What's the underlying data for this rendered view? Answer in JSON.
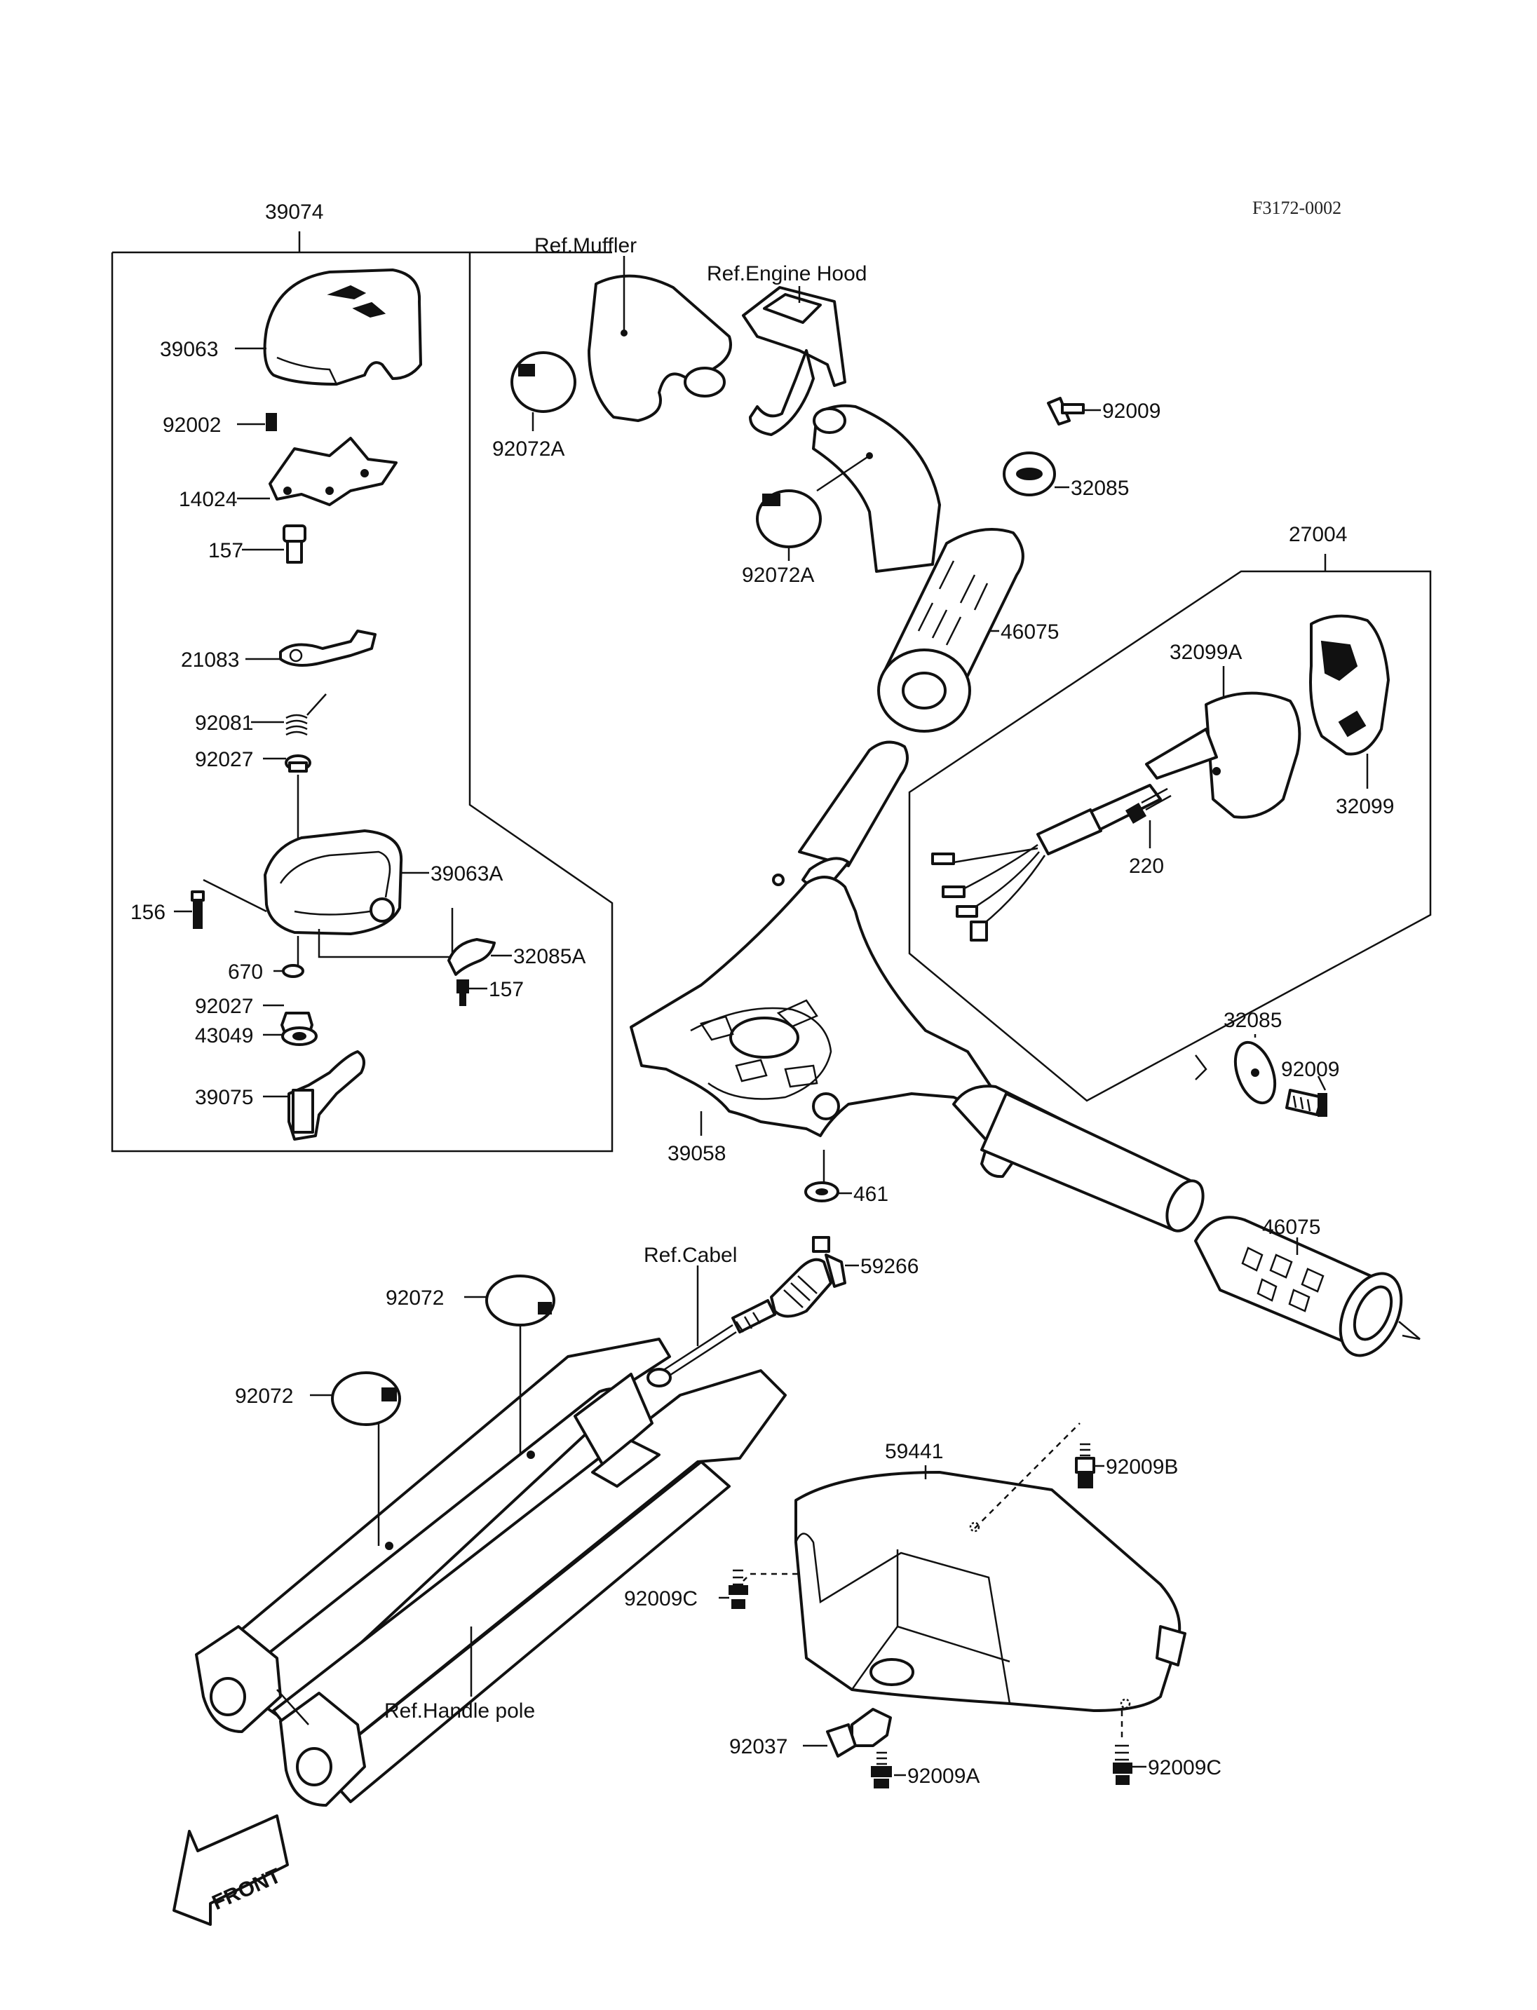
{
  "diagram_code": "F3172-0002",
  "labels": {
    "l39074": "39074",
    "l39063": "39063",
    "l92002": "92002",
    "l14024": "14024",
    "l157a": "157",
    "l21083": "21083",
    "l92081": "92081",
    "l92027a": "92027",
    "l39063A": "39063A",
    "l156": "156",
    "l670": "670",
    "l32085A": "32085A",
    "l157b": "157",
    "l92027b": "92027",
    "l43049": "43049",
    "l39075": "39075",
    "refMuffler": "Ref.Muffler",
    "refEngineHood": "Ref.Engine Hood",
    "l92072A_1": "92072A",
    "l92072A_2": "92072A",
    "l92009_1": "92009",
    "l32085_1": "32085",
    "l27004": "27004",
    "l46075_1": "46075",
    "l32099A": "32099A",
    "l32099": "32099",
    "l220": "220",
    "l32085_2": "32085",
    "l92009_2": "92009",
    "l39058": "39058",
    "l461": "461",
    "l59266": "59266",
    "refCabel": "Ref.Cabel",
    "l46075_2": "46075",
    "l92072_1": "92072",
    "l92072_2": "92072",
    "l59441": "59441",
    "l92009B": "92009B",
    "l92009C_1": "92009C",
    "l92009C_2": "92009C",
    "refHandlePole": "Ref.Handle pole",
    "l92037": "92037",
    "l92009A": "92009A",
    "front": "FRONT"
  }
}
